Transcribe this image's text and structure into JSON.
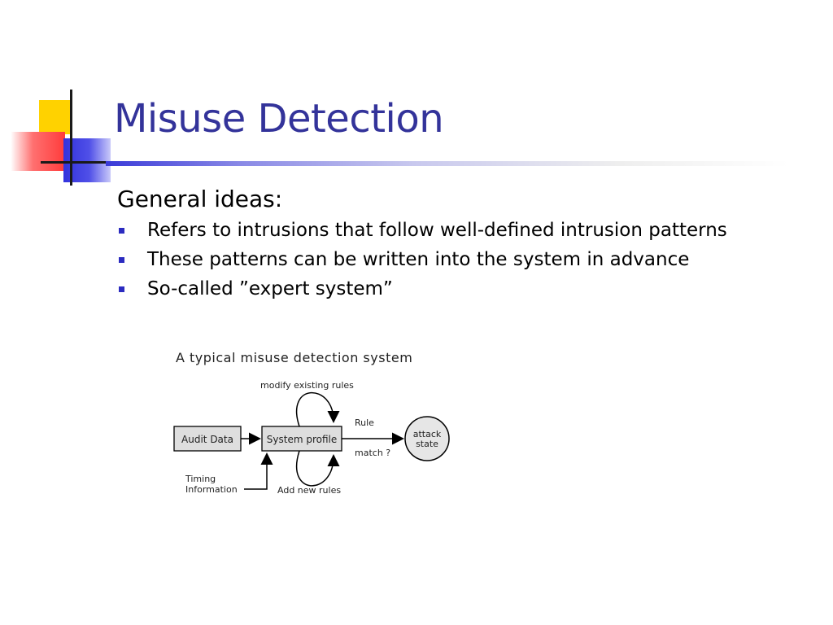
{
  "slide": {
    "title": "Misuse Detection",
    "subheading": "General ideas:",
    "bullets": [
      "Refers to intrusions that follow well-defined intrusion patterns",
      "These patterns can be written into the system in advance",
      "So-called ”expert system”"
    ]
  },
  "diagram": {
    "caption": "A typical misuse detection system",
    "audit_data": "Audit Data",
    "system_profile": "System profile",
    "attack_state_line1": "attack",
    "attack_state_line2": "state",
    "modify_rules": "modify existing rules",
    "add_rules": "Add new rules",
    "rule_label": "Rule",
    "match_label": "match ?",
    "timing_line1": "Timing",
    "timing_line2": "Information"
  },
  "colors": {
    "title": "#33339a",
    "bullet": "#2b2bc0",
    "accent_yellow": "#ffd200",
    "accent_red": "#ff3b3b",
    "accent_blue": "#3333dd"
  }
}
